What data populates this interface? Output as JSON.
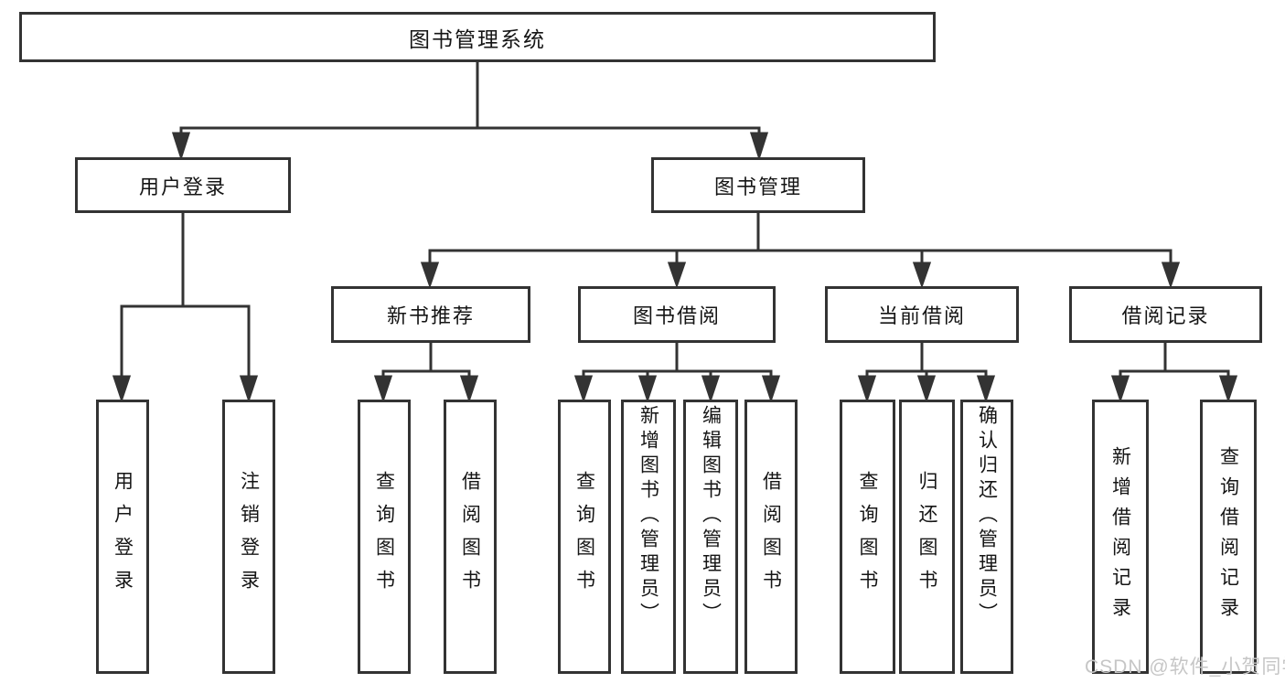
{
  "title": {
    "label": "图书管理系统"
  },
  "level2": [
    {
      "label": "用户登录"
    },
    {
      "label": "图书管理"
    }
  ],
  "level3": [
    {
      "label": "新书推荐",
      "parent": "图书管理"
    },
    {
      "label": "图书借阅",
      "parent": "图书管理"
    },
    {
      "label": "当前借阅",
      "parent": "图书管理"
    },
    {
      "label": "借阅记录",
      "parent": "图书管理"
    }
  ],
  "leaves": [
    {
      "label": "用户登录",
      "parent": "用户登录"
    },
    {
      "label": "注销登录",
      "parent": "用户登录"
    },
    {
      "label": "查询图书",
      "parent": "新书推荐"
    },
    {
      "label": "借阅图书",
      "parent": "新书推荐"
    },
    {
      "label": "查询图书",
      "parent": "图书借阅"
    },
    {
      "label": "新增图书（管理员）",
      "parent": "图书借阅"
    },
    {
      "label": "编辑图书（管理员）",
      "parent": "图书借阅"
    },
    {
      "label": "借阅图书",
      "parent": "图书借阅"
    },
    {
      "label": "查询图书",
      "parent": "当前借阅"
    },
    {
      "label": "归还图书",
      "parent": "当前借阅"
    },
    {
      "label": "确认归还（管理员）",
      "parent": "当前借阅"
    },
    {
      "label": "新增借阅记录",
      "parent": "借阅记录"
    },
    {
      "label": "查询借阅记录",
      "parent": "借阅记录"
    }
  ],
  "watermark": "CSDN @软件_小贺同学",
  "colors": {
    "line": "#333333",
    "text": "#151515",
    "watermark": "#c6c6c6",
    "background": "#ffffff"
  }
}
